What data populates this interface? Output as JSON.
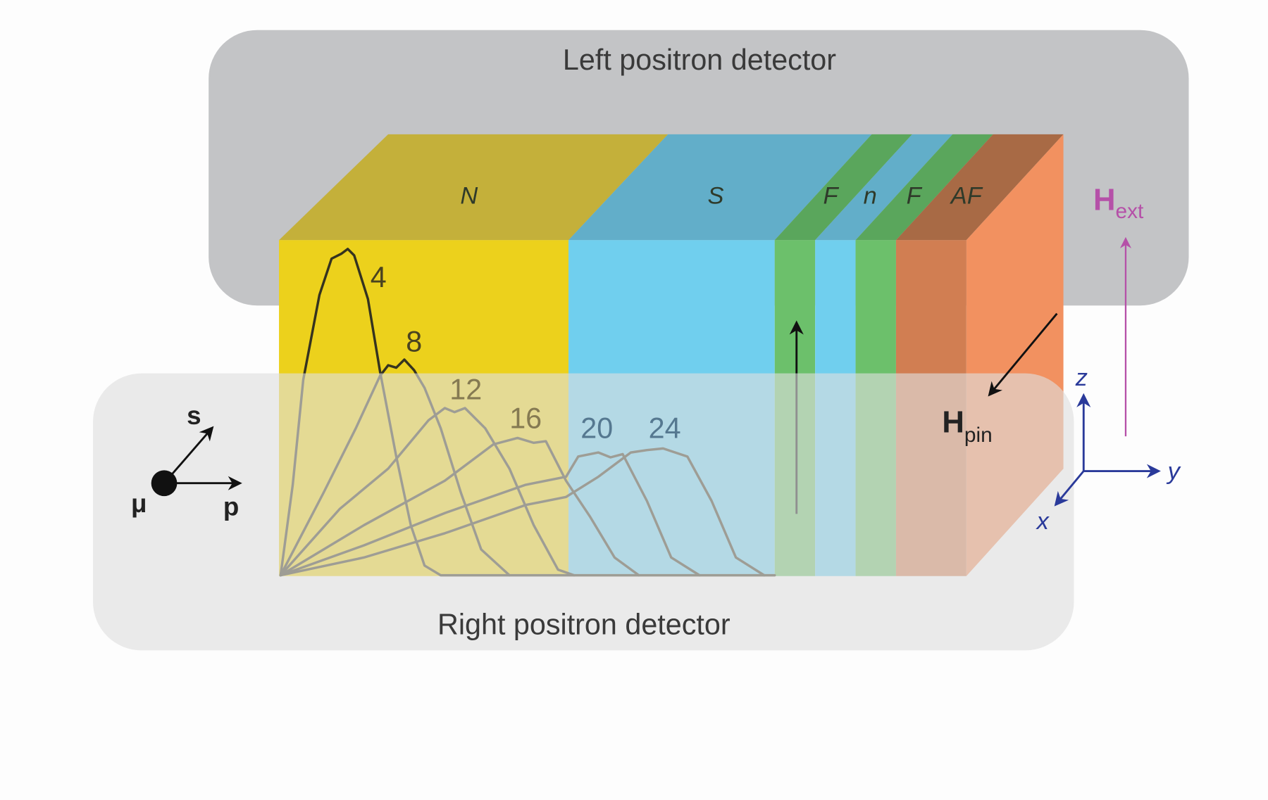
{
  "detectors": {
    "left": "Left positron detector",
    "right": "Right positron detector"
  },
  "layers": [
    {
      "label": "N",
      "front": "#ecd11c",
      "top": "#c4b03a"
    },
    {
      "label": "S",
      "front": "#70cfee",
      "top": "#62aec9"
    },
    {
      "label": "F",
      "front": "#6cc06b",
      "top": "#5aa65c"
    },
    {
      "label": "n",
      "front": "#70cfee",
      "top": "#62aec9"
    },
    {
      "label": "F",
      "front": "#6cc06b",
      "top": "#5aa65c"
    },
    {
      "label": "AF",
      "front": "#d17e52",
      "top": "#a86a45",
      "side": "#f29160"
    }
  ],
  "curves": [
    "4",
    "8",
    "12",
    "16",
    "20",
    "24"
  ],
  "muon": {
    "symbol": "μ",
    "spin": "s",
    "momentum": "p"
  },
  "fields": {
    "ext": {
      "main": "H",
      "sub": "ext",
      "color": "#b550a8"
    },
    "pin": {
      "main": "H",
      "sub": "pin"
    }
  },
  "axes": {
    "z": "z",
    "y": "y",
    "x": "x",
    "color": "#2a3a9a"
  }
}
